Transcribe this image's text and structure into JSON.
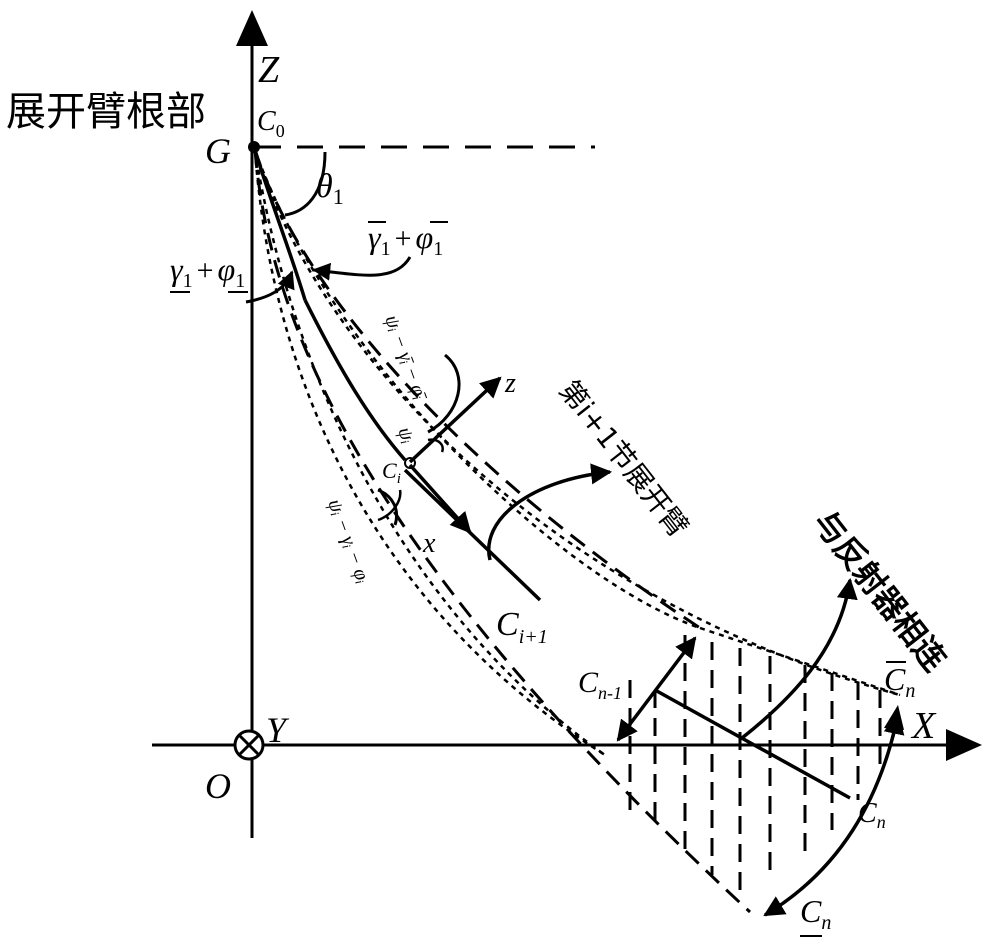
{
  "labels": {
    "root": "展开臂根部",
    "z_axis": "Z",
    "x_axis": "X",
    "y_axis": "Y",
    "origin": "O",
    "g_point": "G",
    "c0_main": "C",
    "c0_sub": "0",
    "theta_main": "θ",
    "theta_sub": "1",
    "gamma_bar_main": "γ",
    "gamma_bar_sub": "1",
    "phi_bar_main": "φ",
    "phi_bar_sub": "1",
    "plus": "+",
    "gamma_under_main": "γ",
    "gamma_under_sub": "1",
    "phi_under_main": "φ",
    "phi_under_sub": "1",
    "psi_upper": "ψᵢ − γ̄ᵢ − φ̄ᵢ",
    "psi_lower": "ψᵢ − γᵢ − φᵢ",
    "psi_i": "ψᵢ",
    "local_z": "z",
    "local_x": "x",
    "ci_main": "C",
    "ci_sub": "i",
    "ci1_main": "C",
    "ci1_sub": "i+1",
    "section_label": "第i+1节展开臂",
    "reflector_label": "与反射器相连",
    "cn1_main": "C",
    "cn1_sub": "n-1",
    "cn_bar_main": "C",
    "cn_bar_sub": "n",
    "cn_main": "C",
    "cn_sub": "n",
    "cn_under_main": "C",
    "cn_under_sub": "n"
  },
  "colors": {
    "ink": "#000000",
    "background": "#ffffff"
  }
}
